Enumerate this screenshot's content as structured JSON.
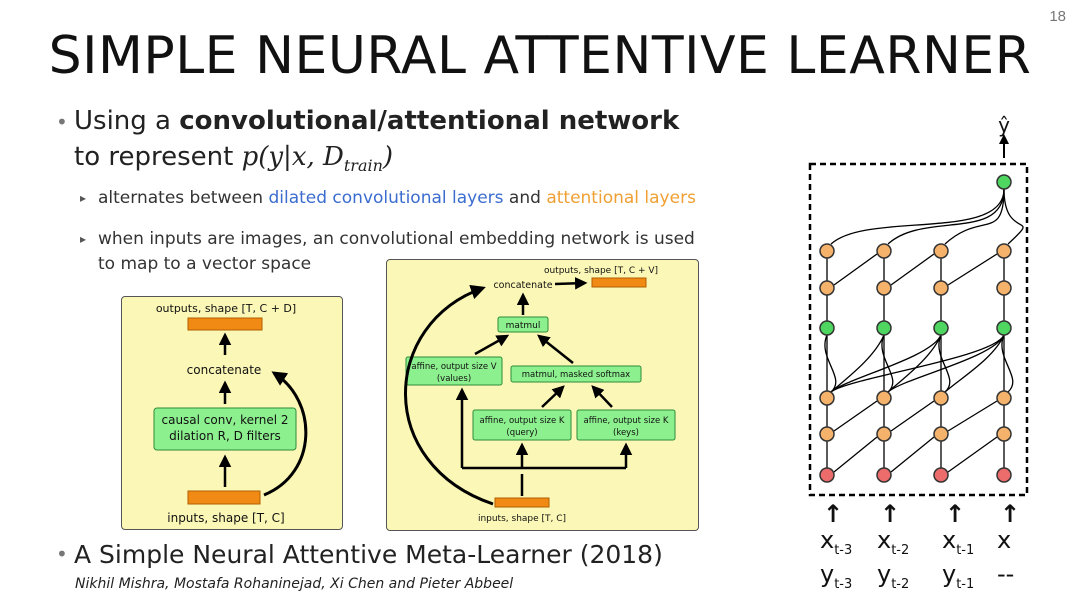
{
  "slide_number": "18",
  "title": "SIMPLE NEURAL ATTENTIVE LEARNER",
  "bullet1": {
    "prefix": "Using a ",
    "bold": "convolutional/attentional network",
    "line2": "to represent ",
    "math": "p(y|x, D",
    "math_sub": "train",
    "math_close": ")"
  },
  "sub1": {
    "a": "alternates between ",
    "blue": "dilated convolutional layers",
    "b": " and ",
    "orange": "attentional layers"
  },
  "sub2": {
    "line1": "when inputs are images, an convolutional embedding network is used",
    "line2": "to map to a vector space"
  },
  "left_panel": {
    "outputs": "outputs, shape [T, C + D]",
    "concatenate": "concatenate",
    "conv_line1": "causal conv, kernel 2",
    "conv_line2": "dilation R, D filters",
    "inputs": "inputs, shape [T, C]"
  },
  "middle_panel": {
    "outputs": "outputs, shape [T, C + V]",
    "concatenate": "concatenate",
    "matmul": "matmul",
    "values_line1": "affine, output size V",
    "values_line2": "(values)",
    "softmax": "matmul, masked softmax",
    "query_line1": "affine, output size K",
    "query_line2": "(query)",
    "keys_line1": "affine, output size K",
    "keys_line2": "(keys)",
    "inputs": "inputs, shape [T, C]"
  },
  "network": {
    "output_label": "ŷ",
    "x_labels": [
      "x",
      "x",
      "x",
      "x"
    ],
    "x_subs": [
      "t-3",
      "t-2",
      "t-1",
      ""
    ],
    "y_labels": [
      "y",
      "y",
      "y",
      "--"
    ],
    "y_subs": [
      "t-3",
      "t-2",
      "t-1",
      ""
    ]
  },
  "reference": {
    "title": "A Simple Neural Attentive Meta-Learner (2018)",
    "authors": "Nikhil Mishra, Mostafa Rohaninejad, Xi Chen and Pieter Abbeel"
  },
  "colors": {
    "orange_node": "#f5b26b",
    "green_node": "#4ed660",
    "red_node": "#ec6b6b",
    "panel": "#fbf7b6",
    "blue_text": "#3b6ccf",
    "orange_text": "#f0a033"
  }
}
